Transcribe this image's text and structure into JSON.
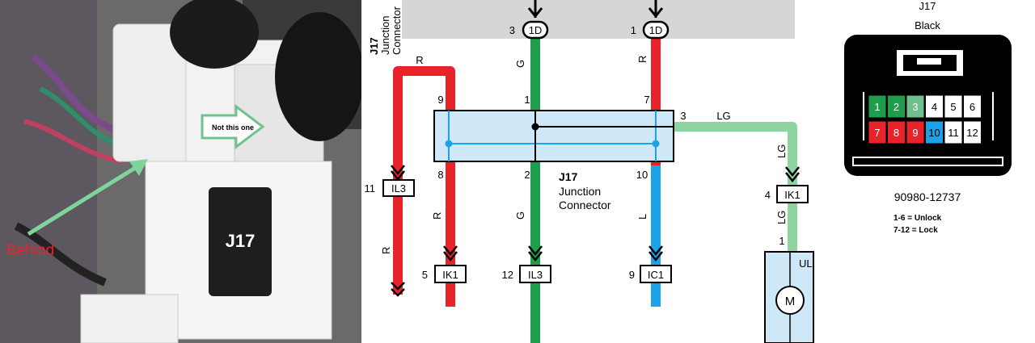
{
  "photo": {
    "behind_label": "Behind",
    "not_this_one_label": "Not this one",
    "connector_label": "J17"
  },
  "wiring": {
    "junction_connector_top": [
      "J17",
      "Junction",
      "Connector"
    ],
    "junction_connector_mid": [
      "J17",
      "Junction",
      "Connector"
    ],
    "top_connectors": [
      {
        "pin": "3",
        "name": "1D",
        "wire_color": "G",
        "j17_pin": "1",
        "out_pin": "2",
        "out_color": "G",
        "end_pin": "12",
        "end_conn": "IL3",
        "color_hex": "#1e9e4a"
      },
      {
        "pin": "1",
        "name": "1D",
        "wire_color": "R",
        "j17_pin": "7",
        "out_pin": "10",
        "out_color": "L",
        "end_pin": "9",
        "end_conn": "IC1",
        "color_hex": "#1aa3e8"
      }
    ],
    "left_branch": {
      "wire_color": "R",
      "in_pin": "9",
      "out_pin": "8",
      "out_color": "R",
      "il3_pin": "11",
      "il3_name": "IL3",
      "il3_wire": "R",
      "ik1_pin": "5",
      "ik1_name": "IK1",
      "color_hex": "#e8232a"
    },
    "right_branch": {
      "j17_pin": "3",
      "wire_color": "LG",
      "down_color": "LG",
      "ik1_pin": "4",
      "ik1_name": "IK1",
      "below_color": "LG",
      "motor_pin": "1",
      "motor_label": "UL",
      "motor_symbol": "M",
      "color_hex": "#8fd4a0"
    },
    "box_fill": "#cfe8f8",
    "line_color": "#1aa3e8"
  },
  "pinout": {
    "connector_name": "J17",
    "connector_color": "Black",
    "part_number": "90980-12737",
    "legend": [
      "1-6 = Unlock",
      "7-12 = Lock"
    ],
    "pins": [
      {
        "n": "1",
        "fill": "#1e9e4a",
        "text": "#ffffff"
      },
      {
        "n": "2",
        "fill": "#1e9e4a",
        "text": "#ffffff"
      },
      {
        "n": "3",
        "fill": "#6fbf8a",
        "text": "#ffffff"
      },
      {
        "n": "4",
        "fill": "#ffffff",
        "text": "#000000"
      },
      {
        "n": "5",
        "fill": "#ffffff",
        "text": "#000000"
      },
      {
        "n": "6",
        "fill": "#ffffff",
        "text": "#000000"
      },
      {
        "n": "7",
        "fill": "#e8232a",
        "text": "#ffffff"
      },
      {
        "n": "8",
        "fill": "#e8232a",
        "text": "#ffffff"
      },
      {
        "n": "9",
        "fill": "#e8232a",
        "text": "#ffffff"
      },
      {
        "n": "10",
        "fill": "#1aa3e8",
        "text": "#000000"
      },
      {
        "n": "11",
        "fill": "#ffffff",
        "text": "#000000"
      },
      {
        "n": "12",
        "fill": "#ffffff",
        "text": "#000000"
      }
    ]
  }
}
